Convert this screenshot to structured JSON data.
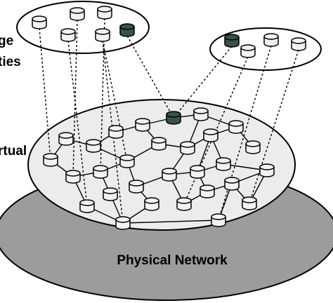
{
  "labels": {
    "top_left_line1": "ge",
    "top_left_line2": "ties",
    "middle_left": "rtual",
    "physical": "Physical Network"
  },
  "colors": {
    "node_fill": "#f2f2f2",
    "node_dark": "#3a524a",
    "virtual_plane": "#ececec",
    "physical_plane": "#9c9c9c",
    "cluster_fill": "#ffffff"
  },
  "clusters": {
    "left": {
      "nodes": [
        "n1",
        "n2",
        "n3",
        "n4",
        "n5",
        "n6",
        "n7"
      ],
      "highlighted": [
        "n7"
      ]
    },
    "right": {
      "nodes": [
        "r1",
        "r2",
        "r3",
        "r4"
      ],
      "highlighted": [
        "r1"
      ]
    }
  },
  "virtual_network": {
    "highlighted": [
      "v1"
    ]
  }
}
